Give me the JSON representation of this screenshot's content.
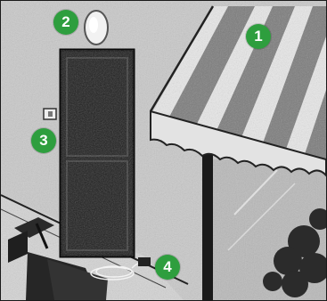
{
  "colors": {
    "badge": "#2e9e3e",
    "badge_text": "#ffffff",
    "wall": "#c8c8c8",
    "door": "#1f1f1f",
    "awning_light": "#e6e6e6",
    "awning_dark": "#7a7a7a"
  },
  "callouts": [
    {
      "id": "awning",
      "number": "1"
    },
    {
      "id": "wall-light",
      "number": "2"
    },
    {
      "id": "wall-switch",
      "number": "3"
    },
    {
      "id": "floor-cable",
      "number": "4"
    }
  ]
}
